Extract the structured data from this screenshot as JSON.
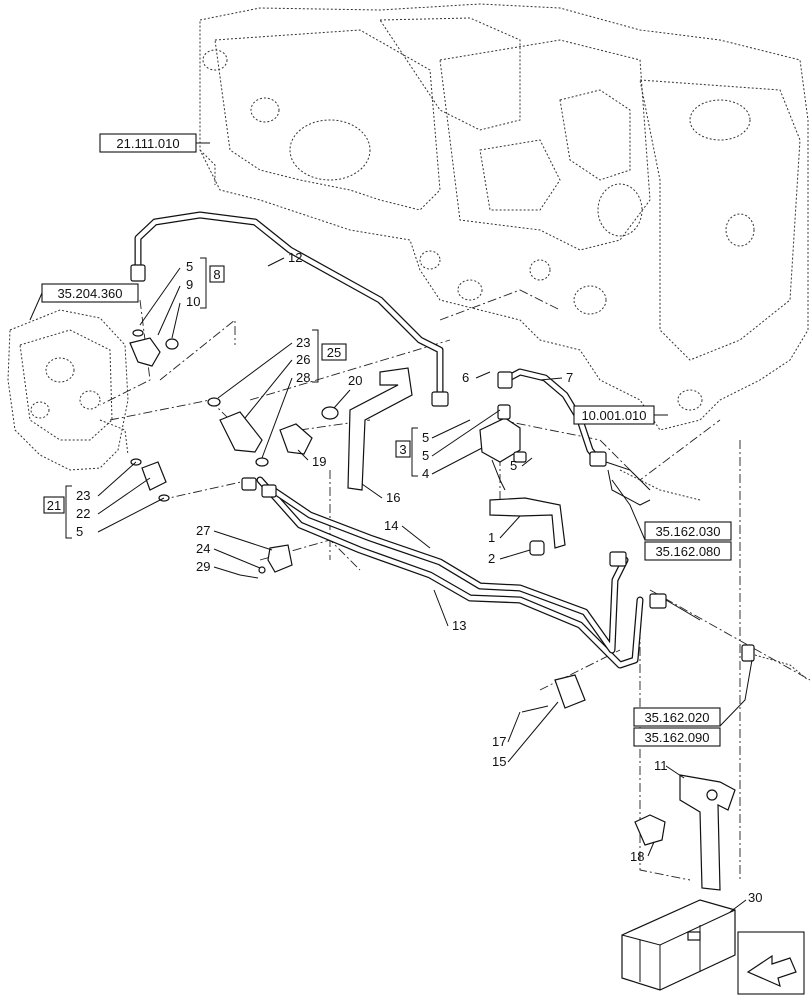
{
  "refs": {
    "r1": "21.111.010",
    "r2": "35.204.360",
    "r3": "10.001.010",
    "r4": "35.162.030",
    "r5": "35.162.080",
    "r6": "35.162.020",
    "r7": "35.162.090"
  },
  "groups": {
    "g8": "8",
    "g25": "25",
    "g3": "3",
    "g21": "21"
  },
  "callouts": {
    "c1": "1",
    "c2": "2",
    "c3a": "5",
    "c3b": "5",
    "c4": "4",
    "c5a": "5",
    "c9": "9",
    "c10": "10",
    "c12": "12",
    "c23a": "23",
    "c26": "26",
    "c28": "28",
    "c20": "20",
    "c19": "19",
    "c16": "16",
    "c6": "6",
    "c7": "7",
    "c5c": "5",
    "c23b": "23",
    "c22": "22",
    "c5d": "5",
    "c27": "27",
    "c24": "24",
    "c29": "29",
    "c14": "14",
    "c13": "13",
    "c17": "17",
    "c15": "15",
    "c11": "11",
    "c18": "18",
    "c30": "30"
  }
}
